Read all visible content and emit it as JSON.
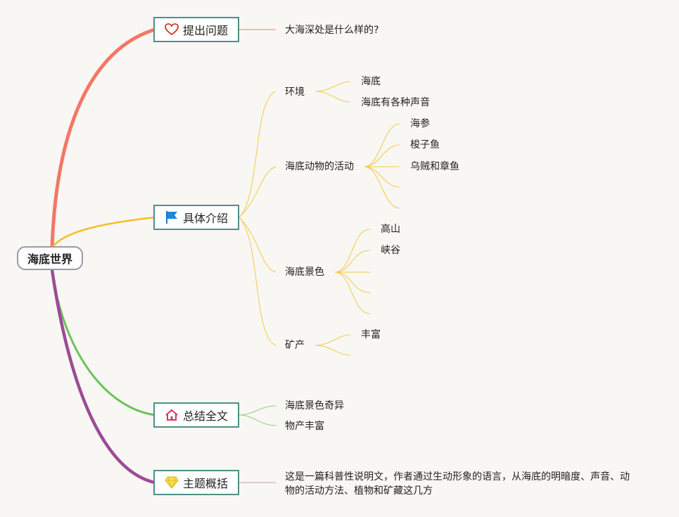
{
  "root": {
    "label": "海底世界"
  },
  "branches": [
    {
      "label": "提出问题",
      "icon": "heart-icon",
      "color": "#f47766"
    },
    {
      "label": "具体介绍",
      "icon": "flag-icon",
      "color": "#f5bd2a"
    },
    {
      "label": "总结全文",
      "icon": "house-icon",
      "color": "#6cc25a"
    },
    {
      "label": "主题概括",
      "icon": "gem-icon",
      "color": "#9c4b96"
    }
  ],
  "question": {
    "text": "大海深处是什么样的?"
  },
  "details": {
    "env": {
      "label": "环境",
      "children": [
        "海底",
        "海底有各种声音"
      ]
    },
    "animals": {
      "label": "海底动物的活动",
      "children": [
        "海参",
        "梭子鱼",
        "乌贼和章鱼"
      ]
    },
    "scenery": {
      "label": "海底景色",
      "children": [
        "高山",
        "峡谷"
      ]
    },
    "minerals": {
      "label": "矿产",
      "children": [
        "丰富"
      ]
    }
  },
  "summary_items": [
    "海底景色奇异",
    "物产丰富"
  ],
  "theme": {
    "text": "这是一篇科普性说明文，作者通过生动形象的语言，从海底的明暗度、声音、动物的活动方法、植物和矿藏这几方"
  },
  "colors": {
    "sub_line": "#f5c94a",
    "green_line": "#8fd07a",
    "red_line": "#f08070",
    "purple_line": "#c79ac0"
  }
}
